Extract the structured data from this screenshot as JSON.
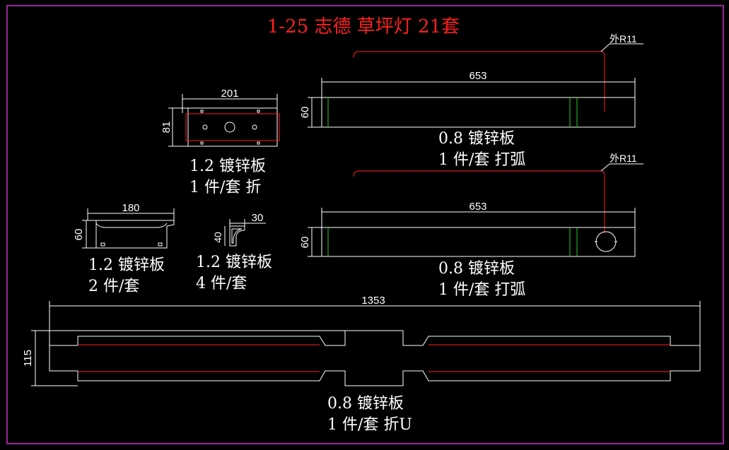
{
  "title": "1-25 志德 草坪灯 21套",
  "colors": {
    "background": "#000000",
    "frame": "#cc33cc",
    "outline": "#ffffff",
    "title": "#ff2020",
    "center_line": "#ff2020",
    "bend_line": "#22cc22"
  },
  "parts": {
    "end_cap": {
      "dim_width": "201",
      "dim_height": "81",
      "material": "1.2 镀锌板",
      "qty": "1 件/套 折"
    },
    "side_plate": {
      "dim_width": "180",
      "dim_height": "60",
      "material": "1.2 镀锌板",
      "qty": "2 件/套"
    },
    "bracket": {
      "dim_width": "30",
      "dim_height": "40",
      "material": "1.2 镀锌板",
      "qty": "4 件/套"
    },
    "top_strip": {
      "dim_length": "653",
      "dim_height": "60",
      "radius_note": "外R11",
      "material": "0.8 镀锌板",
      "qty": "1 件/套 打弧"
    },
    "top_strip_hole": {
      "dim_length": "653",
      "dim_height": "60",
      "radius_note": "外R11",
      "material": "0.8 镀锌板",
      "qty": "1 件/套 打弧"
    },
    "main_body": {
      "dim_length": "1353",
      "dim_height": "115",
      "material": "0.8 镀锌板",
      "qty": "1 件/套 折U"
    }
  }
}
